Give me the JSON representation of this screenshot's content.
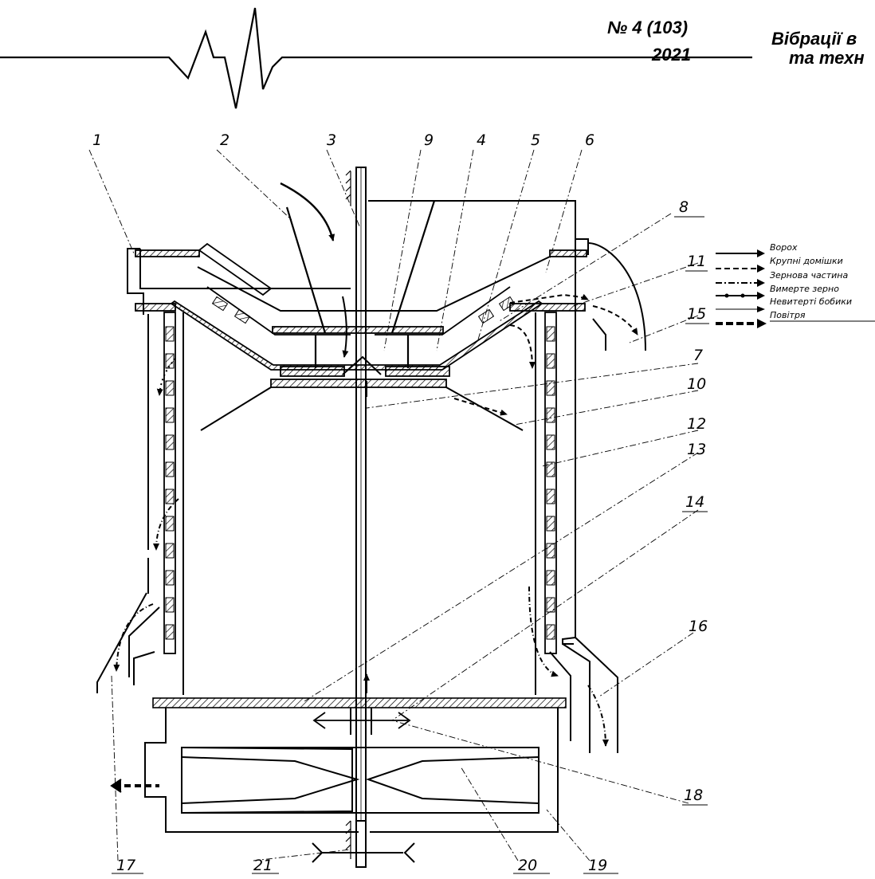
{
  "header": {
    "issue": "№ 4 (103)",
    "year": "2021",
    "journal_line1": "Вібрації в",
    "journal_line2": "та техн"
  },
  "callouts": [
    "1",
    "2",
    "3",
    "9",
    "4",
    "5",
    "6",
    "8",
    "11",
    "15",
    "7",
    "10",
    "12",
    "13",
    "14",
    "16",
    "18",
    "17",
    "21",
    "20",
    "19"
  ],
  "legend": [
    {
      "label": "Ворох",
      "style": "solid"
    },
    {
      "label": "Крупні домішки",
      "style": "dashed"
    },
    {
      "label": "Зернова частина",
      "style": "dashdot"
    },
    {
      "label": "Вимерте зерно",
      "style": "dots"
    },
    {
      "label": "Невитерті бобики",
      "style": "thin"
    },
    {
      "label": "Повітря",
      "style": "heavy"
    }
  ]
}
